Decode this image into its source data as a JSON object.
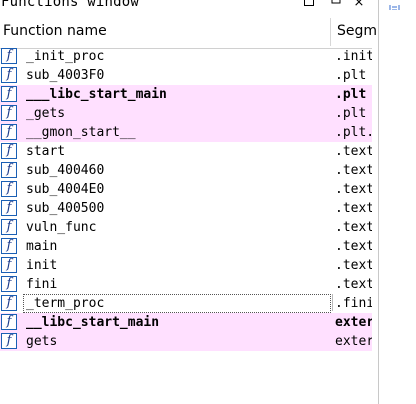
{
  "window": {
    "title": "Functions window",
    "restore_icon": "restore-icon",
    "float_icon": "float-icon",
    "close_icon": "close-icon",
    "close_glyph": "×"
  },
  "columns": {
    "name": "Function name",
    "segment": "Segm"
  },
  "functions": [
    {
      "name": "_init_proc",
      "segment": ".init",
      "highlight": false,
      "bold": false
    },
    {
      "name": "sub_4003F0",
      "segment": ".plt",
      "highlight": false,
      "bold": false
    },
    {
      "name": "___libc_start_main",
      "segment": ".plt",
      "highlight": true,
      "bold": true
    },
    {
      "name": "_gets",
      "segment": ".plt",
      "highlight": true,
      "bold": false
    },
    {
      "name": "__gmon_start__",
      "segment": ".plt.",
      "highlight": true,
      "bold": false
    },
    {
      "name": "start",
      "segment": ".text",
      "highlight": false,
      "bold": false
    },
    {
      "name": "sub_400460",
      "segment": ".text",
      "highlight": false,
      "bold": false
    },
    {
      "name": "sub_4004E0",
      "segment": ".text",
      "highlight": false,
      "bold": false
    },
    {
      "name": "sub_400500",
      "segment": ".text",
      "highlight": false,
      "bold": false
    },
    {
      "name": "vuln_func",
      "segment": ".text",
      "highlight": false,
      "bold": false
    },
    {
      "name": "main",
      "segment": ".text",
      "highlight": false,
      "bold": false
    },
    {
      "name": "init",
      "segment": ".text",
      "highlight": false,
      "bold": false
    },
    {
      "name": "fini",
      "segment": ".text",
      "highlight": false,
      "bold": false
    },
    {
      "name": "_term_proc",
      "segment": ".fini",
      "highlight": false,
      "bold": false,
      "focused": true
    },
    {
      "name": "__libc_start_main",
      "segment": "exter",
      "highlight": true,
      "bold": true
    },
    {
      "name": "gets",
      "segment": "exter",
      "highlight": true,
      "bold": false
    }
  ],
  "icons": {
    "function_icon": "function-icon",
    "function_glyph": "f"
  },
  "colors": {
    "highlight_row": "#ffe0ff",
    "icon_border": "#1a5fb4"
  }
}
